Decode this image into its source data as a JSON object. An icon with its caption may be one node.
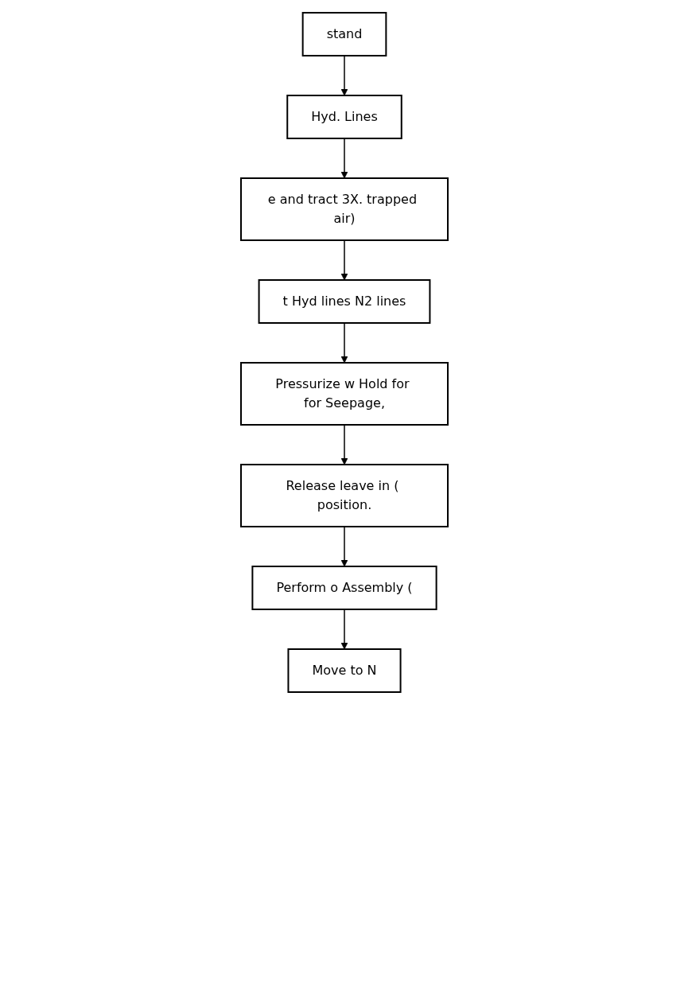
{
  "diagram": {
    "nodes": [
      {
        "text": [
          "stand"
        ]
      },
      {
        "text": [
          "Hyd. Lines"
        ]
      },
      {
        "text": [
          "e and tract 3X. trapped air)"
        ]
      },
      {
        "text": [
          "t Hyd lines N2 lines"
        ]
      },
      {
        "text": [
          "Pressurize w Hold for for Seepage,"
        ]
      },
      {
        "text": [
          "Release leave in ( position."
        ]
      },
      {
        "text": [
          "Perform o Assembly ("
        ]
      },
      {
        "text": [
          "Move to N"
        ]
      }
    ],
    "edges": [
      {
        "from": 0,
        "to": 1,
        "arrow": "to"
      },
      {
        "from": 1,
        "to": 2,
        "arrow": "to"
      },
      {
        "from": 2,
        "to": 3,
        "arrow": "to"
      },
      {
        "from": 3,
        "to": 4,
        "arrow": "to"
      },
      {
        "from": 4,
        "to": 5,
        "arrow": "to"
      },
      {
        "from": 5,
        "to": 6,
        "arrow": "to"
      },
      {
        "from": 6,
        "to": 7,
        "arrow": "to"
      }
    ]
  }
}
